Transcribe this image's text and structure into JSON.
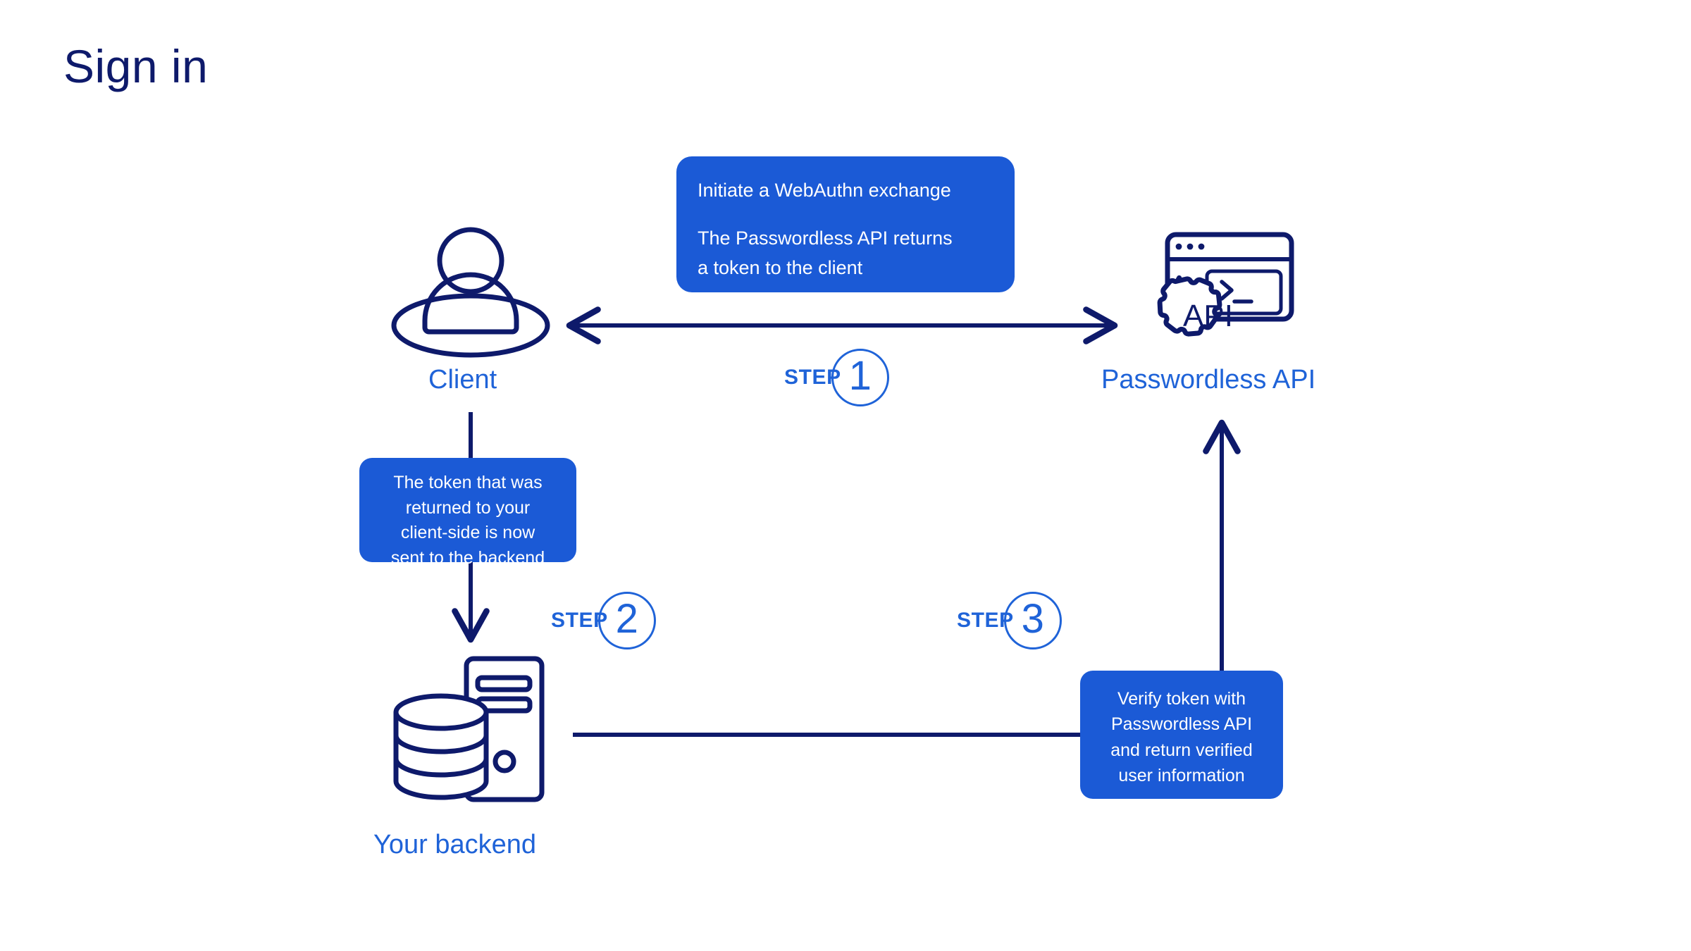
{
  "page": {
    "title": "Sign in",
    "background_color": "#ffffff"
  },
  "colors": {
    "navy": "#0e1a6b",
    "accent_blue": "#1f63d8",
    "callout_blue": "#1b5ad6",
    "callout_text": "#ffffff"
  },
  "nodes": [
    {
      "id": "client",
      "label": "Client",
      "icon": "user-avatar-icon"
    },
    {
      "id": "passwordless-api",
      "label": "Passwordless API",
      "icon": "api-gear-browser-icon",
      "icon_text": "API"
    },
    {
      "id": "backend",
      "label": "Your backend",
      "icon": "database-server-icon"
    }
  ],
  "steps": [
    {
      "word": "STEP",
      "number": "1"
    },
    {
      "word": "STEP",
      "number": "2"
    },
    {
      "word": "STEP",
      "number": "3"
    }
  ],
  "callouts": {
    "step1": {
      "line1": "Initiate a WebAuthn exchange",
      "line2": "The Passwordless API returns",
      "line3": "a token to the client"
    },
    "step2": {
      "line1": "The token that was",
      "line2": "returned to your",
      "line3": "client-side is now",
      "line4": "sent to the backend"
    },
    "step3": {
      "line1": "Verify token with",
      "line2": "Passwordless API",
      "line3": "and return verified",
      "line4": "user information"
    }
  },
  "connectors": [
    {
      "id": "client-api",
      "type": "double-arrow",
      "orientation": "horizontal"
    },
    {
      "id": "client-backend",
      "type": "arrow-down",
      "orientation": "vertical"
    },
    {
      "id": "backend-step3",
      "type": "line",
      "orientation": "horizontal"
    },
    {
      "id": "step3-api",
      "type": "arrow-up",
      "orientation": "vertical"
    }
  ]
}
